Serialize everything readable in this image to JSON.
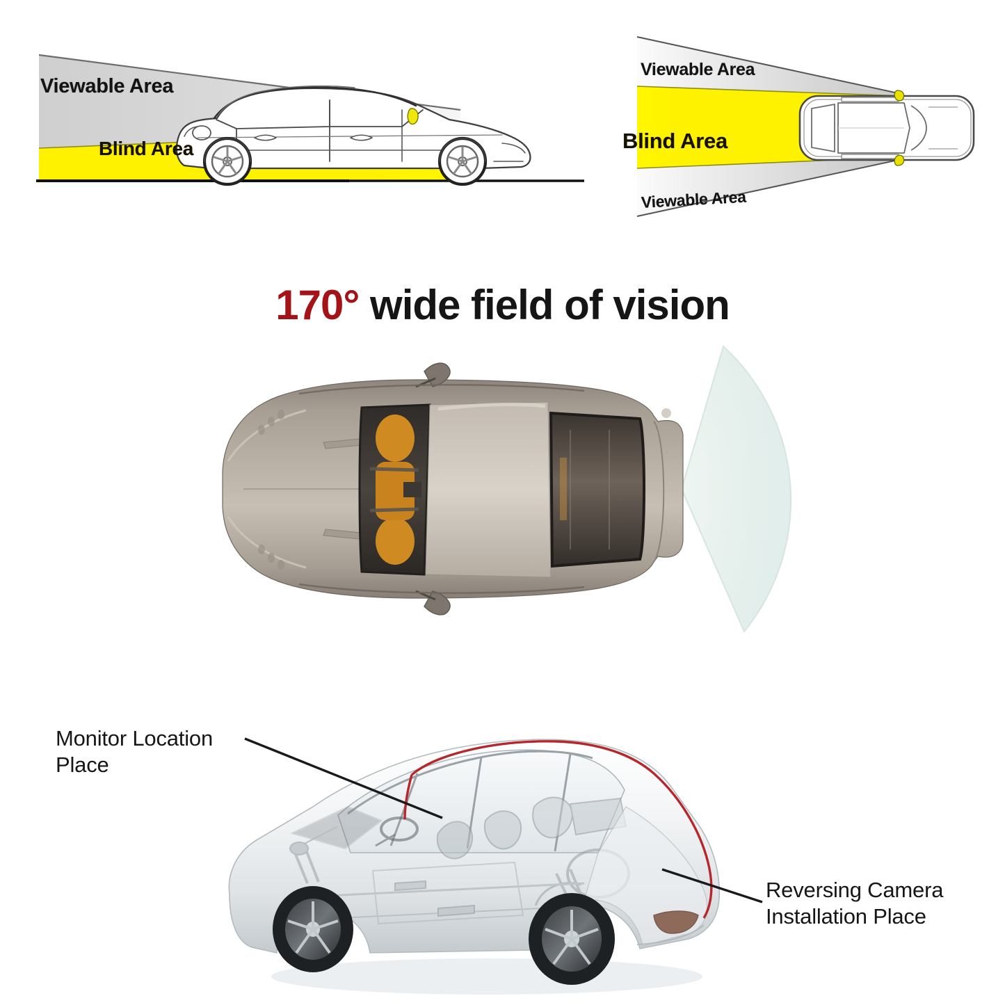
{
  "page": {
    "background_color": "#ffffff",
    "product": "Reversing camera blind-spot marketing infographic"
  },
  "palette": {
    "blind_area_yellow": "#fff200",
    "viewable_area_gray": "#d2d2d2",
    "viewable_area_gray_light": "#ededed",
    "ground_line": "#1a1a1a",
    "car_outline": "#3a3a3a",
    "headline_accent_red": "#a41318",
    "headline_text": "#151515",
    "cone_mint": "#e3eeea",
    "cable_red": "#b6272c",
    "body_silver": "#b6ada4",
    "interior_orange": "#d08a22"
  },
  "diagram_side": {
    "name": "Side view blind area diagram",
    "viewable_label": "Viewable Area",
    "blind_label": "Blind Area",
    "camera_marker_color": "#e8e000"
  },
  "diagram_topdown": {
    "name": "Top-down blind area diagram",
    "viewable_label_top": "Viewable Area",
    "blind_label": "Blind Area",
    "viewable_label_bottom": "Viewable Area",
    "mirror_marker_color": "#e8e000"
  },
  "headline": {
    "degrees": "170°",
    "rest": " wide field of vision",
    "full": "170° wide field of vision"
  },
  "middle_scene": {
    "name": "Top-down sports car with 170 degree camera view cone",
    "cone_fill": "#e3eeea",
    "cone_stroke": "#cfdedb"
  },
  "bottom_scene": {
    "name": "Cutaway sedan showing installation points",
    "cable_color": "#b6272c"
  },
  "callouts": [
    {
      "id": "monitor-location",
      "text": "Monitor Location\nPlace"
    },
    {
      "id": "reversing-camera",
      "text": "Reversing Camera\nInstallation Place"
    }
  ]
}
